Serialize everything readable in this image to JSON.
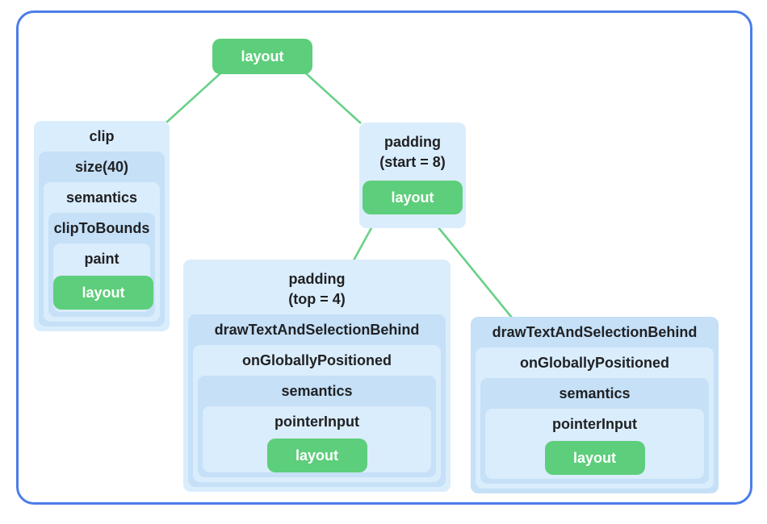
{
  "frame": {
    "border_color": "#4b7de9",
    "background": "#ffffff"
  },
  "palette": {
    "node_light_blue": "#daedfc",
    "node_dark_blue": "#c5e0f7",
    "layout_green": "#5dce7b",
    "connector_green": "#68d188",
    "label_text": "#202124",
    "layout_label_text": "#ffffff"
  },
  "root_node": {
    "label": "layout"
  },
  "clip_node": {
    "title": "clip",
    "chain": [
      {
        "label": "size(40)"
      },
      {
        "label": "semantics"
      },
      {
        "label": "clipToBounds"
      },
      {
        "label": "paint"
      }
    ],
    "leaf": {
      "label": "layout"
    }
  },
  "padding_start_node": {
    "title_line1": "padding",
    "title_line2": "(start = 8)",
    "leaf": {
      "label": "layout"
    }
  },
  "padding_top_node": {
    "title_line1": "padding",
    "title_line2": "(top = 4)",
    "chain": [
      {
        "label": "drawTextAndSelectionBehind"
      },
      {
        "label": "onGloballyPositioned"
      },
      {
        "label": "semantics"
      },
      {
        "label": "pointerInput"
      }
    ],
    "leaf": {
      "label": "layout"
    }
  },
  "draw_text_node": {
    "title": "drawTextAndSelectionBehind",
    "chain": [
      {
        "label": "onGloballyPositioned"
      },
      {
        "label": "semantics"
      },
      {
        "label": "pointerInput"
      }
    ],
    "leaf": {
      "label": "layout"
    }
  },
  "edges": [
    {
      "from": "layout (root)",
      "to": "clip"
    },
    {
      "from": "layout (root)",
      "to": "padding (start = 8)"
    },
    {
      "from": "padding (start = 8)",
      "to": "padding (top = 4)"
    },
    {
      "from": "padding (start = 8)",
      "to": "drawTextAndSelectionBehind"
    }
  ]
}
